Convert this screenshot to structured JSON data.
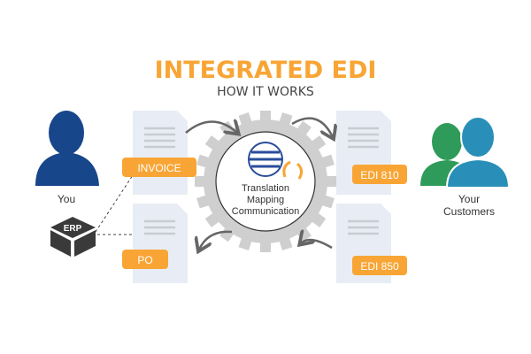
{
  "title": "INTEGRATED EDI",
  "subtitle": "HOW IT WORKS",
  "you_label": "You",
  "erp_label": "ERP",
  "customers_label": [
    "Your",
    "Customers"
  ],
  "docs": {
    "invoice": "INVOICE",
    "po": "PO",
    "edi810": "EDI 810",
    "edi850": "EDI 850"
  },
  "hub_lines": [
    "Translation",
    "Mapping",
    "Communication"
  ],
  "colors": {
    "orange": "#f8a535",
    "navy": "#17468a",
    "green": "#2f9b5a",
    "teal": "#2a8fb8",
    "gear": "#cfcfcf",
    "doc": "#e8edf5"
  }
}
